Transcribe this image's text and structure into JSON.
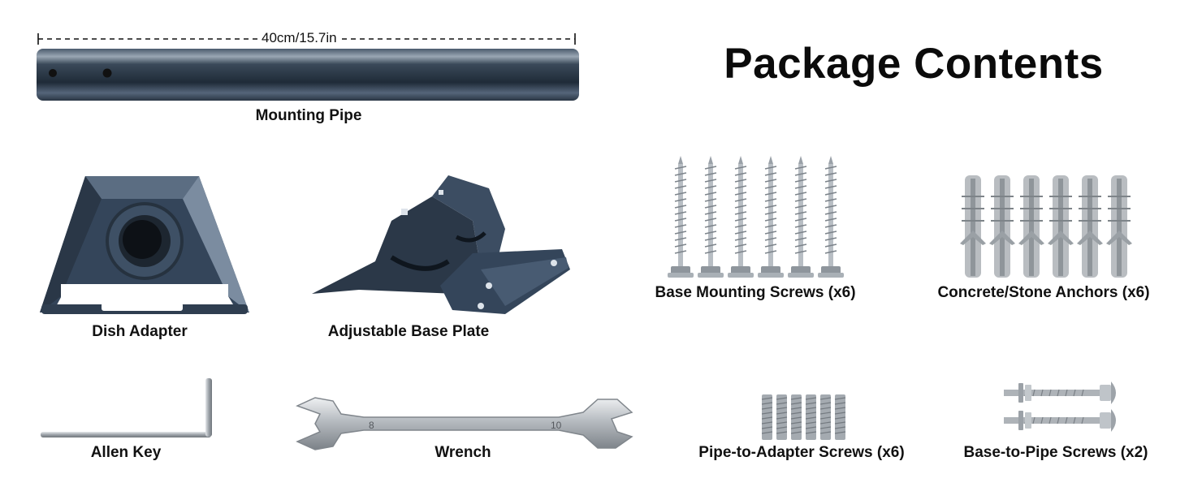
{
  "header": {
    "title": "Package Contents"
  },
  "colors": {
    "navy_metal": "#2d3b4c",
    "steel": "#b7bcc2",
    "text": "#111111"
  },
  "items": {
    "mounting_pipe": {
      "label": "Mounting Pipe",
      "dimension": "40cm/15.7in"
    },
    "dish_adapter": {
      "label": "Dish Adapter"
    },
    "base_plate": {
      "label": "Adjustable Base Plate"
    },
    "base_screws": {
      "label": "Base Mounting Screws (x6)",
      "count": 6
    },
    "anchors": {
      "label": "Concrete/Stone Anchors (x6)",
      "count": 6
    },
    "allen_key": {
      "label": "Allen Key"
    },
    "wrench": {
      "label": "Wrench"
    },
    "adapter_screws": {
      "label": "Pipe-to-Adapter Screws (x6)",
      "count": 6
    },
    "pipe_screws": {
      "label": "Base-to-Pipe Screws (x2)",
      "count": 2
    }
  }
}
